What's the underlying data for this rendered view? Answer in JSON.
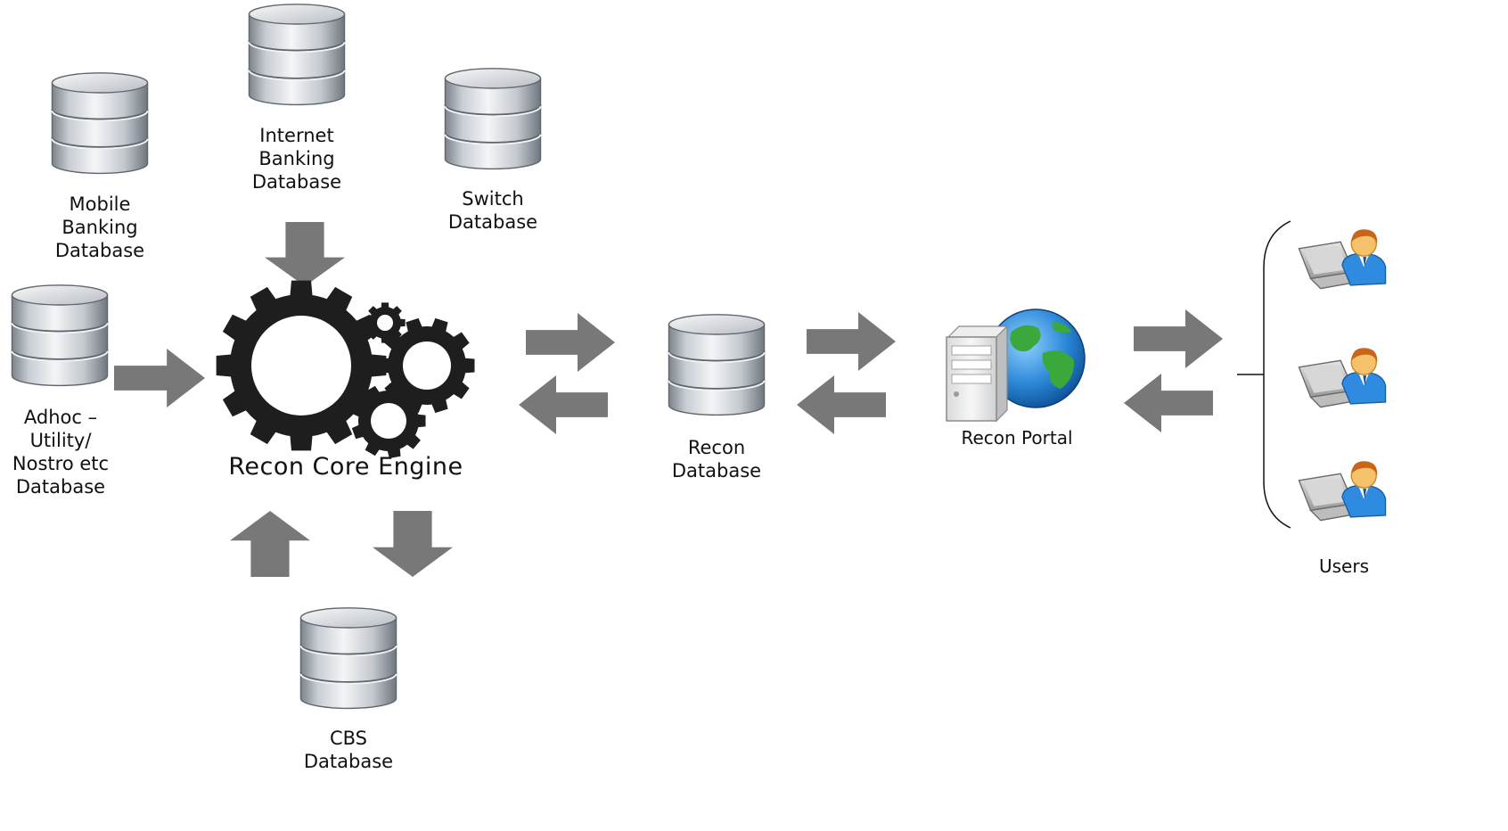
{
  "colors": {
    "arrow": "#787878",
    "gear": "#1e1e1e",
    "db_light": "#eef0f2",
    "db_dark": "#8a9098",
    "text": "#111111"
  },
  "databases": {
    "internet_banking": "Internet\nBanking\nDatabase",
    "mobile_banking": "Mobile\nBanking\nDatabase",
    "switch": "Switch\nDatabase",
    "adhoc": "Adhoc –\nUtility/\nNostro etc\nDatabase",
    "cbs": "CBS\nDatabase",
    "recon": "Recon\nDatabase"
  },
  "engine": {
    "label": "Recon Core Engine",
    "icon": "gears-icon"
  },
  "portal": {
    "label": "Recon Portal",
    "icon": "web-server-globe-icon"
  },
  "users": {
    "label": "Users",
    "icon": "user-laptop-icon",
    "count": 3
  },
  "flows": [
    {
      "from": "Internet Banking Database",
      "to": "Recon Core Engine"
    },
    {
      "from": "Adhoc – Utility/ Nostro etc Database",
      "to": "Recon Core Engine"
    },
    {
      "from": "CBS Database",
      "to": "Recon Core Engine"
    },
    {
      "from": "Recon Core Engine",
      "to": "CBS Database"
    },
    {
      "from": "Recon Core Engine",
      "to": "Recon Database"
    },
    {
      "from": "Recon Database",
      "to": "Recon Core Engine"
    },
    {
      "from": "Recon Database",
      "to": "Recon Portal"
    },
    {
      "from": "Recon Portal",
      "to": "Recon Database"
    },
    {
      "from": "Recon Portal",
      "to": "Users"
    },
    {
      "from": "Users",
      "to": "Recon Portal"
    }
  ]
}
